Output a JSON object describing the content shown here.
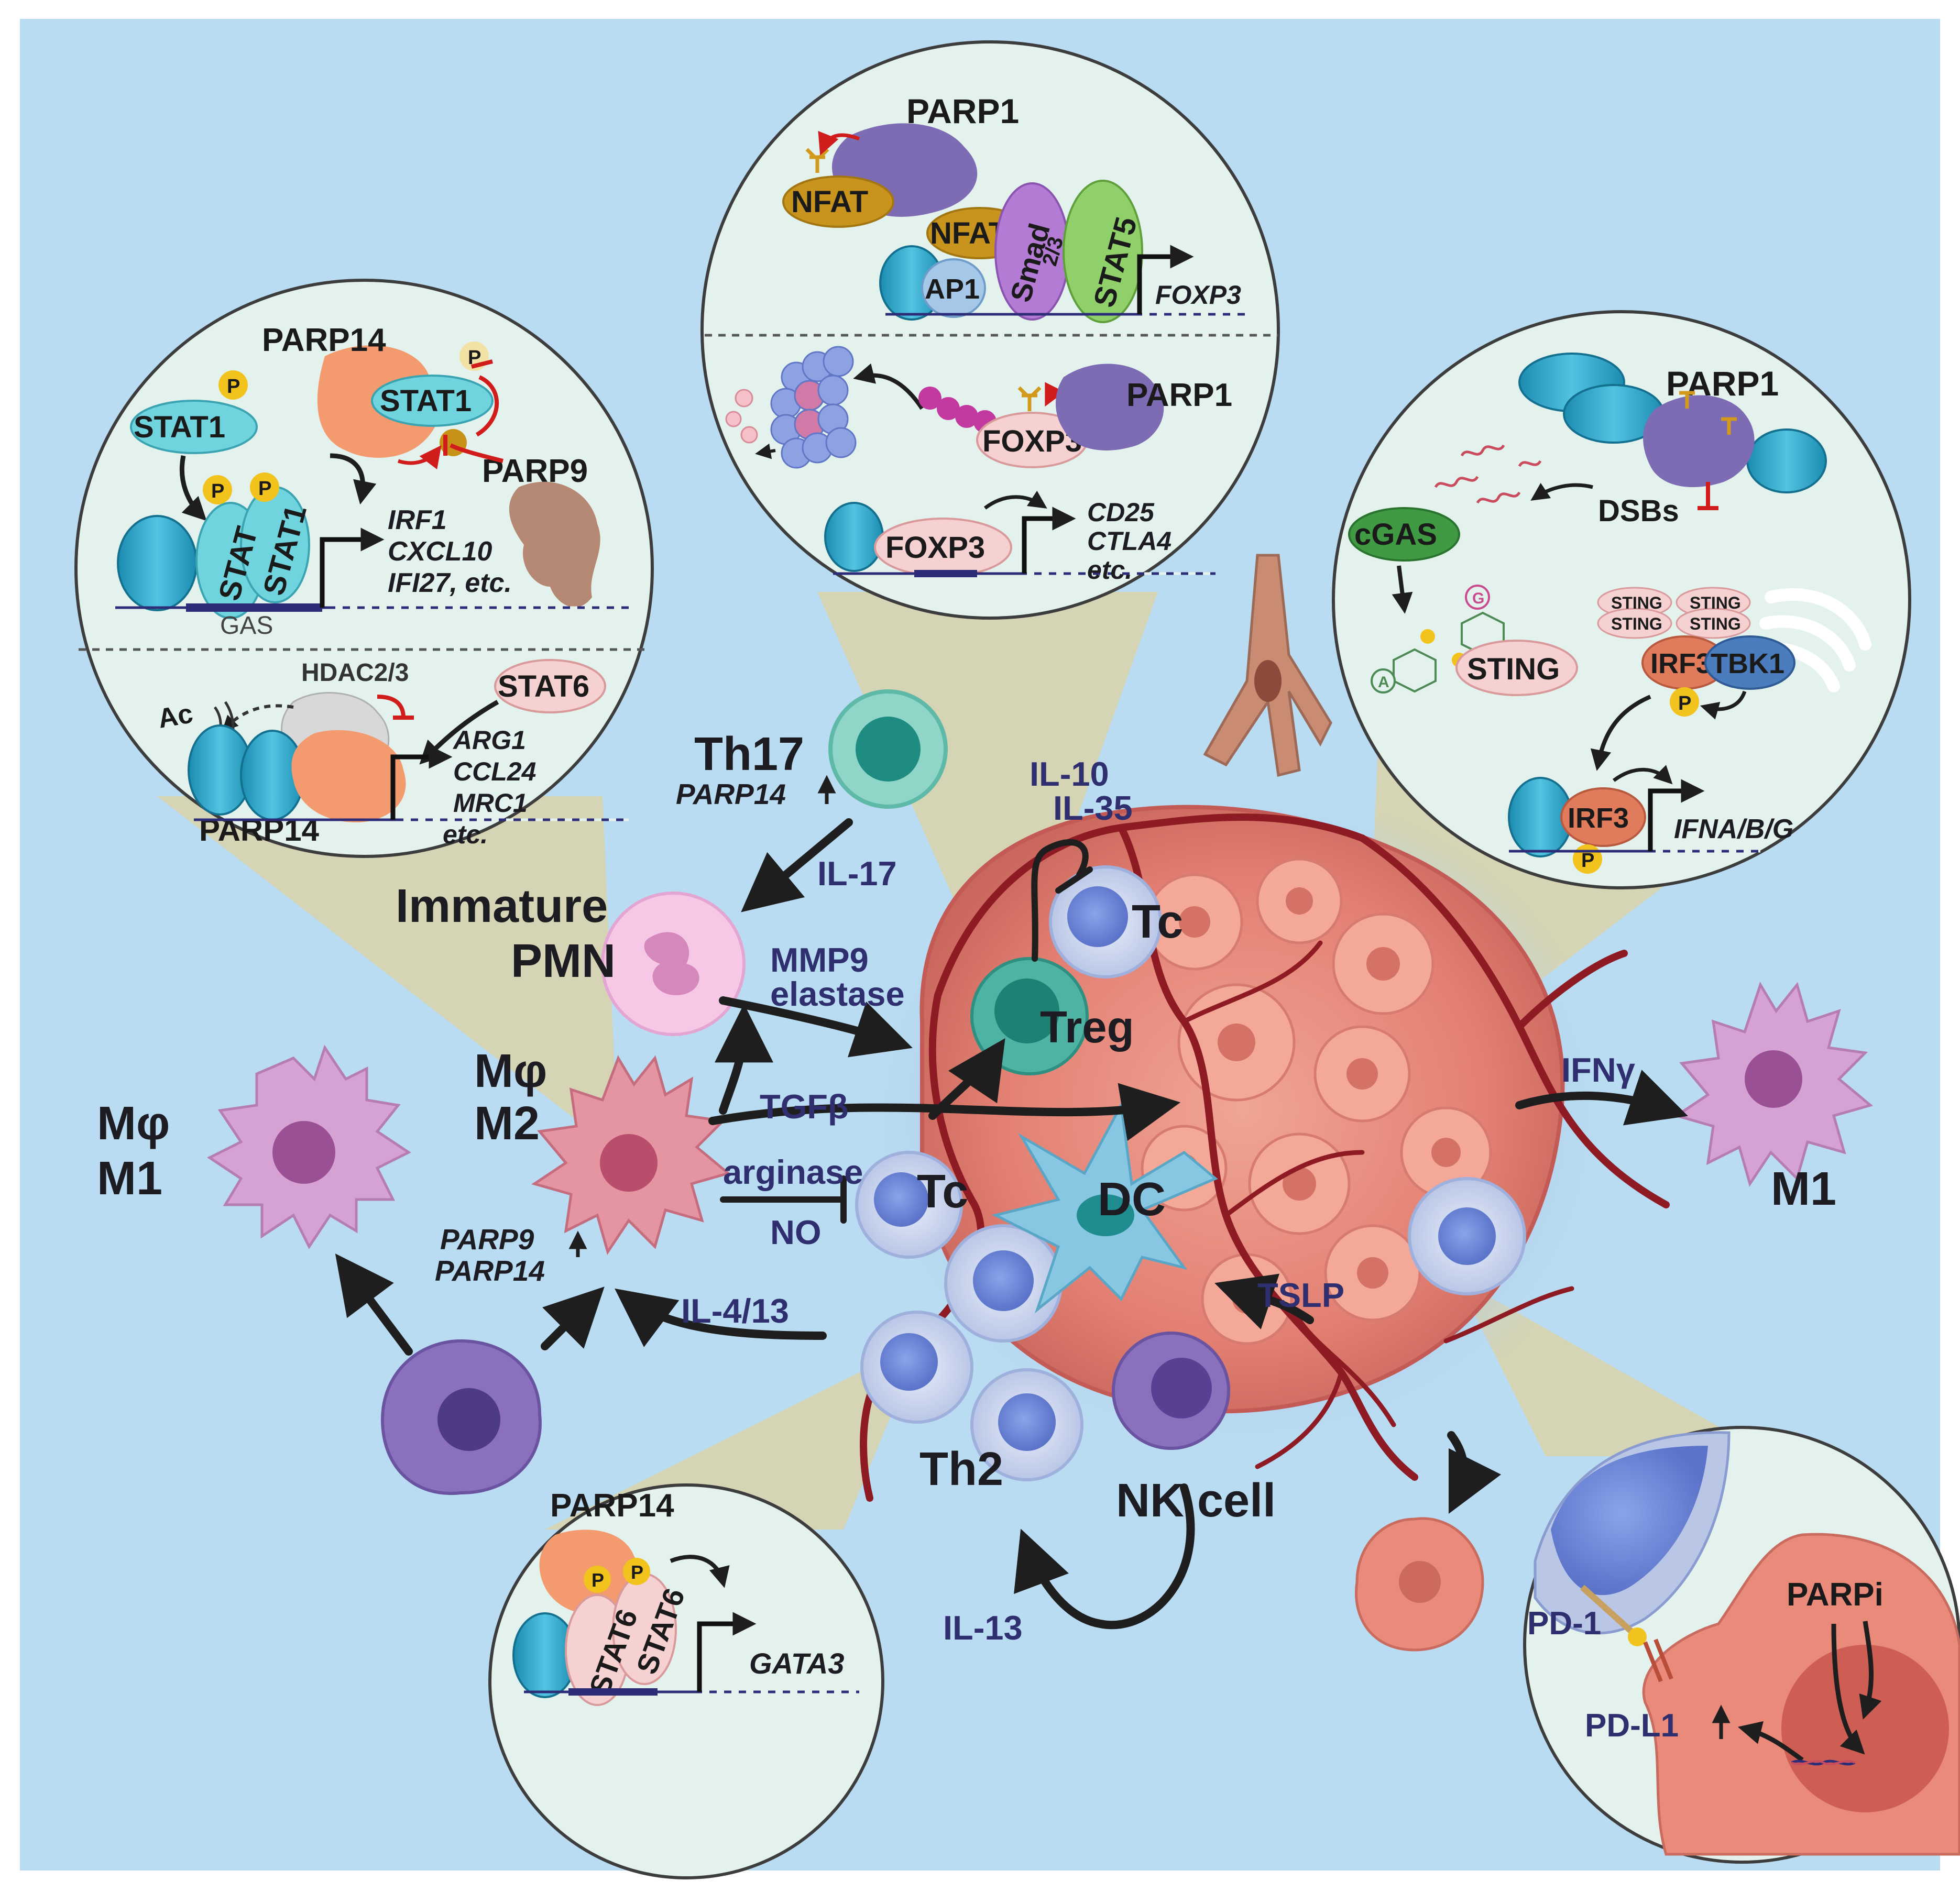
{
  "colors": {
    "background": "#b9dcf2",
    "panel": "#e4f2ee",
    "tumor": "#e6877a",
    "vessel": "#8e1a24",
    "macrophage_m1": "#c995c8",
    "macrophage_m2": "#de8a97",
    "monocyte": "#8068b5",
    "lymphocyte": "#c8d8f0",
    "treg": "#2f9e8e",
    "dc": "#88c7e1",
    "arrow": "#1e1e1e",
    "inhibit": "#d11c1c",
    "stat": "#6fd4de",
    "parp_purple": "#7d6bb3",
    "parp14_orange": "#f39a6f",
    "nfat": "#c8941e",
    "cgas": "#3f9a43",
    "irf3": "#e07b5c",
    "tbk1": "#4b7cbd",
    "phospho": "#f2c21d"
  },
  "main": {
    "th17": "Th17",
    "th17_gene": "PARP14",
    "il17": "IL-17",
    "immature_pmn_line1": "Immature",
    "immature_pmn_line2": "PMN",
    "mmp9": "MMP9",
    "elastase": "elastase",
    "m2_symbol": "Mφ",
    "m2_label": "M2",
    "m1_left_symbol": "Mφ",
    "m1_left_label": "M1",
    "tgfb": "TGFβ",
    "arginase": "arginase",
    "no": "NO",
    "parp9": "PARP9",
    "parp14": "PARP14",
    "il4_13": "IL-4/13",
    "il10": "IL-10",
    "il35": "IL-35",
    "tc_top": "Tc",
    "tc_mid": "Tc",
    "treg": "Treg",
    "dc": "DC",
    "tslp": "TSLP",
    "th2": "Th2",
    "nk": "NK cell",
    "il13": "IL-13",
    "ifng": "IFNγ",
    "m1_right": "M1"
  },
  "panel_stat": {
    "parp14": "PARP14",
    "p": "P",
    "stat1_left": "STAT1",
    "stat1_right": "STAT1",
    "stat_a": "STAT",
    "stat_b": "STAT1",
    "parp9": "PARP9",
    "gas": "GAS",
    "genes": [
      "IRF1",
      "CXCL10",
      "IFI27, etc."
    ],
    "hdac": "HDAC2/3",
    "stat6": "STAT6",
    "ac": "Ac",
    "parp14_bottom": "PARP14",
    "genes2": [
      "ARG1",
      "CCL24",
      "MRC1",
      "etc."
    ]
  },
  "panel_foxp3": {
    "parp1_top": "PARP1",
    "nfat_left": "NFAT",
    "nfat": "NFAT",
    "ap1": "AP1",
    "smad": "Smad",
    "smad_sub": "2/3",
    "stat5": "STAT5",
    "gene_foxp3": "FOXP3",
    "foxp3_protein": "FOXP3",
    "parp1_mid": "PARP1",
    "foxp3_box": "FOXP3",
    "genes": [
      "CD25",
      "CTLA4",
      "etc."
    ]
  },
  "panel_sting": {
    "parp1": "PARP1",
    "dsbs": "DSBs",
    "cgas": "cGAS",
    "sting": "STING",
    "sting_small": [
      "STING",
      "STING",
      "STING",
      "STING"
    ],
    "irf3": "IRF3",
    "tbk1": "TBK1",
    "p": "P",
    "irf3_bottom": "IRF3",
    "gene": "IFNA/B/G",
    "nt_a": "A",
    "nt_g": "G"
  },
  "panel_gata3": {
    "parp14": "PARP14",
    "stat6_a": "STAT6",
    "stat6_b": "STAT6",
    "p": "P",
    "gene": "GATA3"
  },
  "panel_pd1": {
    "pd1": "PD-1",
    "pdl1": "PD-L1",
    "parpi": "PARPi"
  }
}
